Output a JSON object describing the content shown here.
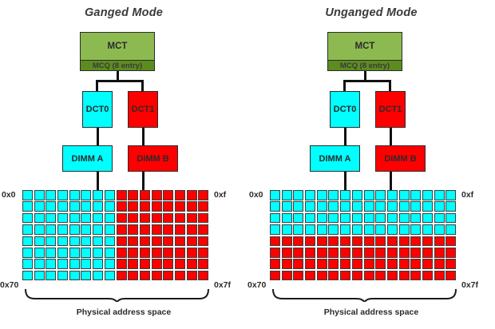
{
  "panels": [
    {
      "id": "ganged",
      "title": "Ganged Mode",
      "mct": {
        "label": "MCT",
        "queue_label": "MCQ (8 entry)"
      },
      "dct0": "DCT0",
      "dct1": "DCT1",
      "dimm_a": "DIMM A",
      "dimm_b": "DIMM B",
      "grid": {
        "columns": 16,
        "rows": 8,
        "interleave": "column",
        "description": "Left 8 columns map to DIMM A (cyan), right 8 columns map to DIMM B (red)",
        "cyan_columns": [
          0,
          1,
          2,
          3,
          4,
          5,
          6,
          7
        ],
        "red_columns": [
          8,
          9,
          10,
          11,
          12,
          13,
          14,
          15
        ]
      },
      "addresses": {
        "top_left": "0x0",
        "top_right": "0xf",
        "bottom_left": "0x70",
        "bottom_right": "0x7f"
      },
      "space_label": "Physical address space"
    },
    {
      "id": "unganged",
      "title": "Unganged Mode",
      "mct": {
        "label": "MCT",
        "queue_label": "MCQ (8 entry)"
      },
      "dct0": "DCT0",
      "dct1": "DCT1",
      "dimm_a": "DIMM A",
      "dimm_b": "DIMM B",
      "grid": {
        "columns": 16,
        "rows": 8,
        "interleave": "row",
        "description": "Top 4 rows map to DIMM A (cyan), bottom 4 rows map to DIMM B (red)",
        "cyan_rows": [
          0,
          1,
          2,
          3
        ],
        "red_rows": [
          4,
          5,
          6,
          7
        ]
      },
      "addresses": {
        "top_left": "0x0",
        "top_right": "0xf",
        "bottom_left": "0x70",
        "bottom_right": "0x7f"
      },
      "space_label": "Physical address space"
    }
  ],
  "colors": {
    "mct_fill": "#8cba50",
    "mcq_fill": "#5c8c1e",
    "dimm_a_fill": "#00ffff",
    "dimm_b_fill": "#ff0000",
    "cell_border": "#3d3d3d",
    "connector": "#111111",
    "text": "#2b2b2b"
  }
}
